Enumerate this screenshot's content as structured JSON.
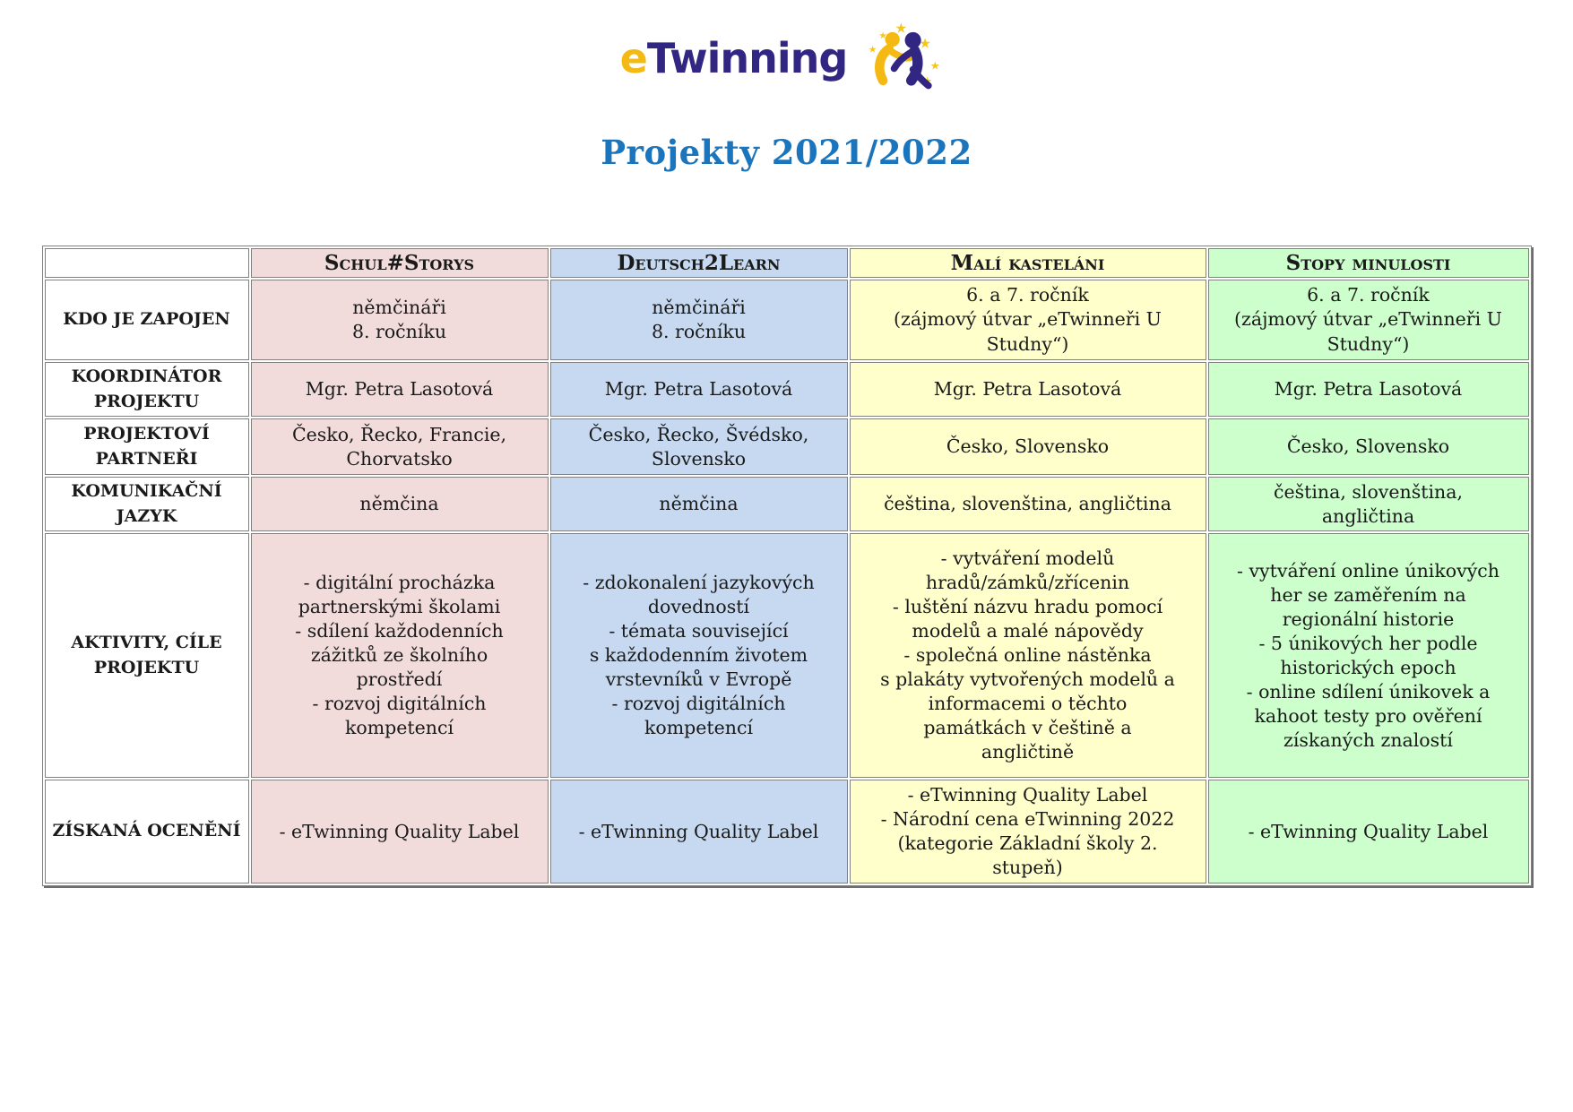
{
  "logo": {
    "e": "e",
    "name": "Twinning",
    "e_color": "#F5B914",
    "name_color": "#312783",
    "star_color": "#F5C518",
    "figure_left_color": "#F5B914",
    "figure_right_color": "#312783"
  },
  "title": {
    "text": "Projekty 2021/2022",
    "color": "#1B75BC"
  },
  "table": {
    "row_labels": {
      "kdo": "KDO JE ZAPOJEN",
      "koordinator": "KOORDINÁTOR\nPROJEKTU",
      "partneri": "PROJEKTOVÍ\nPARTNEŘI",
      "jazyk": "KOMUNIKAČNÍ\nJAZYK",
      "aktivity": "AKTIVITY, CÍLE\nPROJEKTU",
      "oceneni": "ZÍSKANÁ OCENĚNÍ"
    },
    "columns": [
      {
        "header": "Schul#Storys",
        "accent": "#F2DCDB",
        "kdo": "němčináři\n8. ročníku",
        "koordinator": "Mgr. Petra Lasotová",
        "partneri": "Česko, Řecko, Francie,\nChorvatsko",
        "jazyk": "němčina",
        "aktivity": "- digitální procházka\npartnerskými školami\n- sdílení každodenních\nzážitků ze školního\nprostředí\n- rozvoj digitálních\nkompetencí",
        "oceneni": "- eTwinning Quality Label"
      },
      {
        "header": "Deutsch2Learn",
        "accent": "#C6D9F0",
        "kdo": "němčináři\n8. ročníku",
        "koordinator": "Mgr. Petra Lasotová",
        "partneri": "Česko, Řecko, Švédsko,\nSlovensko",
        "jazyk": "němčina",
        "aktivity": "- zdokonalení jazykových\ndovedností\n- témata související\ns každodenním životem\nvrstevníků v Evropě\n- rozvoj digitálních\nkompetencí",
        "oceneni": "- eTwinning Quality Label"
      },
      {
        "header": "Malí kasteláni",
        "accent": "#FFFFCC",
        "kdo": "6. a 7. ročník\n(zájmový útvar „eTwinneři U\nStudny“)",
        "koordinator": "Mgr. Petra Lasotová",
        "partneri": "Česko, Slovensko",
        "jazyk": "čeština, slovenština, angličtina",
        "aktivity": "- vytváření modelů\nhradů/zámků/zřícenin\n- luštění názvu hradu pomocí\nmodelů a malé nápovědy\n- společná online nástěnka\ns plakáty vytvořených modelů a\ninformacemi o těchto\npamátkách v češtině a\nangličtině",
        "oceneni": "- eTwinning Quality Label\n- Národní cena eTwinning 2022\n(kategorie Základní školy 2.\nstupeň)"
      },
      {
        "header": "Stopy minulosti",
        "accent": "#CCFFCC",
        "kdo": "6. a 7. ročník\n(zájmový útvar „eTwinneři U\nStudny“)",
        "koordinator": "Mgr. Petra Lasotová",
        "partneri": "Česko, Slovensko",
        "jazyk": "čeština, slovenština,\nangličtina",
        "aktivity": "- vytváření online únikových\nher se zaměřením na\nregionální historie\n- 5 únikových her podle\nhistorických epoch\n- online sdílení únikovek a\nkahoot testy pro ověření\nzískaných znalostí",
        "oceneni": "- eTwinning Quality Label"
      }
    ]
  }
}
